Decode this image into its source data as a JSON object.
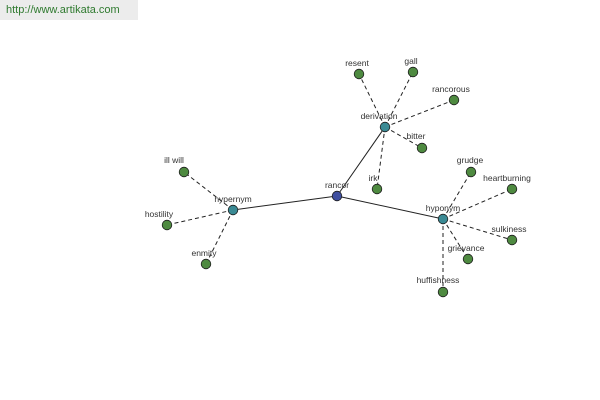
{
  "header": {
    "url": "http://www.artikata.com"
  },
  "colors": {
    "root_node": "#3f4fa0",
    "relation_node": "#3a8a94",
    "leaf_node": "#4e8a40",
    "edge": "#222222"
  },
  "graph": {
    "root": {
      "id": "rancor",
      "label": "rancor"
    },
    "relations": [
      {
        "id": "derivation",
        "label": "derivation",
        "leaves": [
          {
            "id": "resent",
            "label": "resent"
          },
          {
            "id": "gall",
            "label": "gall"
          },
          {
            "id": "rancorous",
            "label": "rancorous"
          },
          {
            "id": "bitter",
            "label": "bitter"
          },
          {
            "id": "irk",
            "label": "irk"
          }
        ]
      },
      {
        "id": "hypernym",
        "label": "hypernym",
        "leaves": [
          {
            "id": "ill-will",
            "label": "ill will"
          },
          {
            "id": "hostility",
            "label": "hostility"
          },
          {
            "id": "enmity",
            "label": "enmity"
          }
        ]
      },
      {
        "id": "hyponym",
        "label": "hyponym",
        "leaves": [
          {
            "id": "grudge",
            "label": "grudge"
          },
          {
            "id": "heartburning",
            "label": "heartburning"
          },
          {
            "id": "sulkiness",
            "label": "sulkiness"
          },
          {
            "id": "grievance",
            "label": "grievance"
          },
          {
            "id": "huffishness",
            "label": "huffishness"
          }
        ]
      }
    ]
  }
}
